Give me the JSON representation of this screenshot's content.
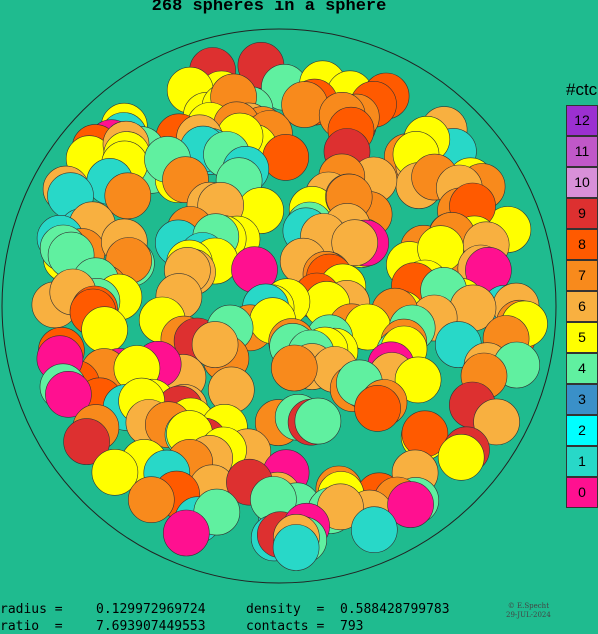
{
  "title": "268 spheres in a sphere",
  "legend": {
    "title": "#ctc",
    "items": [
      {
        "label": "12",
        "color": "#9b30d0"
      },
      {
        "label": "11",
        "color": "#c058c8"
      },
      {
        "label": "10",
        "color": "#d890d8"
      },
      {
        "label": "9",
        "color": "#dd3030"
      },
      {
        "label": "8",
        "color": "#ff5a00"
      },
      {
        "label": "7",
        "color": "#f88a1c"
      },
      {
        "label": "6",
        "color": "#f8b040"
      },
      {
        "label": "5",
        "color": "#ffff00"
      },
      {
        "label": "4",
        "color": "#60f0a0"
      },
      {
        "label": "3",
        "color": "#3a90c8"
      },
      {
        "label": "2",
        "color": "#00ffff"
      },
      {
        "label": "1",
        "color": "#28d8c8"
      },
      {
        "label": "0",
        "color": "#ff1090"
      }
    ]
  },
  "stats": {
    "radius_label": "radius =",
    "radius_value": "0.129972969724",
    "ratio_label": "ratio  =",
    "ratio_value": "7.693907449553",
    "density_label": "density  =",
    "density_value": "0.588428799783",
    "contacts_label": "contacts =",
    "contacts_value": "793"
  },
  "credit": {
    "author": "© E.Specht",
    "date": "29-JUL-2024"
  }
}
